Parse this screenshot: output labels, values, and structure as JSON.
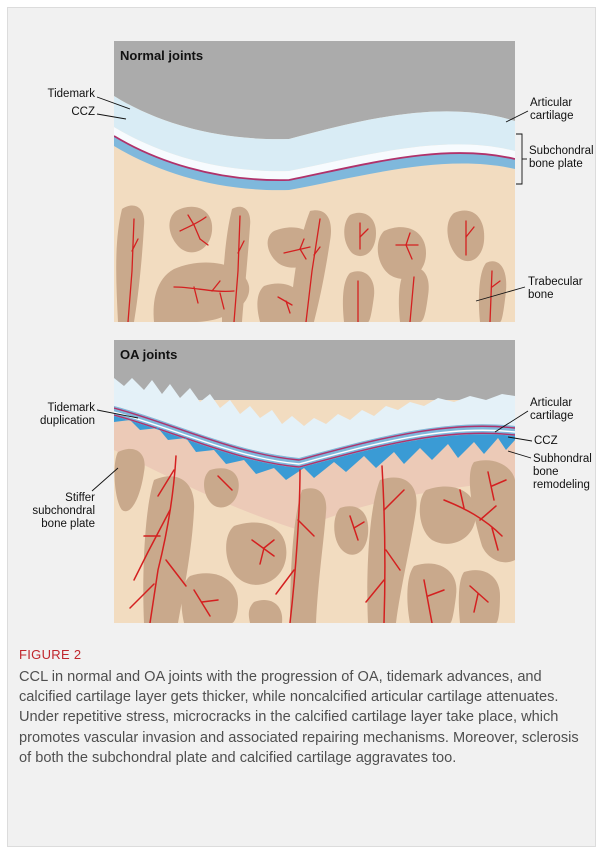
{
  "normal_panel": {
    "title": "Normal joints",
    "labels": {
      "tidemark": "Tidemark",
      "ccz": "CCZ",
      "articular_cartilage": "Articular\ncartilage",
      "subchondral_bone_plate": "Subchondral\nbone plate",
      "trabecular_bone": "Trabecular\nbone"
    }
  },
  "oa_panel": {
    "title": "OA joints",
    "labels": {
      "tidemark_duplication": "Tidemark\nduplication",
      "stiffer_plate": "Stiffer\nsubchondral\nbone plate",
      "articular_cartilage": "Articular\ncartilage",
      "ccz": "CCZ",
      "subchondral_remodeling": "Subhondral\nbone\nremodeling"
    }
  },
  "figure": {
    "label": "FIGURE 2",
    "caption": "CCL in normal and OA joints with the progression of OA, tidemark advances, and calcified cartilage layer gets thicker, while noncalcified articular cartilage attenuates. Under repetitive stress, microcracks in the calcified cartilage layer take place, which promotes vascular invasion and associated repairing mechanisms. Moreover, sclerosis of both the subchondral plate and calcified cartilage aggravates too."
  },
  "colors": {
    "background_gray": "#a9a9a9",
    "cartilage": "#d9ecf5",
    "ccz": "#7fb8dc",
    "tidemark": "#b0326b",
    "bone": "#f2dcc0",
    "trabeculae": "#c9a98c",
    "vessel": "#d42020",
    "figure_label": "#c0272d"
  }
}
